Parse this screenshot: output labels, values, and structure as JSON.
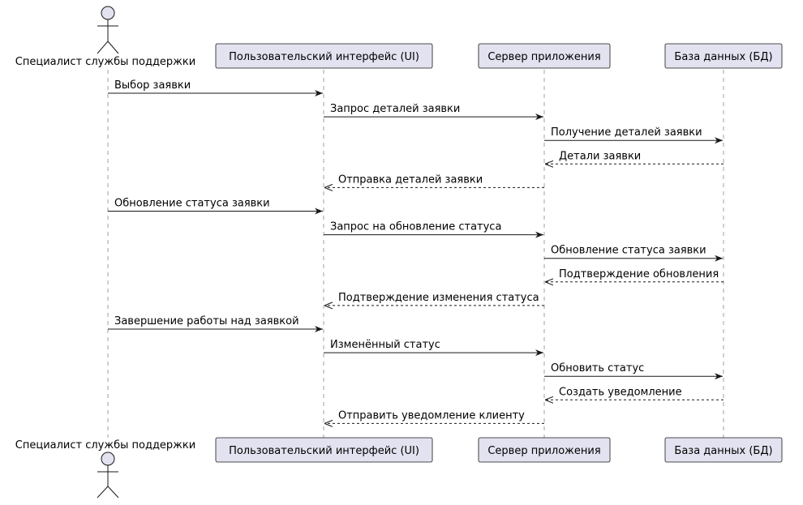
{
  "participants": [
    {
      "id": "support",
      "label": "Специалист службы поддержки",
      "kind": "actor"
    },
    {
      "id": "ui",
      "label": "Пользовательский интерфейс (UI)",
      "kind": "participant"
    },
    {
      "id": "server",
      "label": "Сервер приложения",
      "kind": "participant"
    },
    {
      "id": "db",
      "label": "База данных (БД)",
      "kind": "participant"
    }
  ],
  "messages": [
    {
      "from": "support",
      "to": "ui",
      "text": "Выбор заявки",
      "style": "solid"
    },
    {
      "from": "ui",
      "to": "server",
      "text": "Запрос деталей заявки",
      "style": "solid"
    },
    {
      "from": "server",
      "to": "db",
      "text": "Получение деталей заявки",
      "style": "solid"
    },
    {
      "from": "db",
      "to": "server",
      "text": "Детали заявки",
      "style": "dashed"
    },
    {
      "from": "server",
      "to": "ui",
      "text": "Отправка деталей заявки",
      "style": "dashed"
    },
    {
      "from": "support",
      "to": "ui",
      "text": "Обновление статуса заявки",
      "style": "solid"
    },
    {
      "from": "ui",
      "to": "server",
      "text": "Запрос на обновление статуса",
      "style": "solid"
    },
    {
      "from": "server",
      "to": "db",
      "text": "Обновление статуса заявки",
      "style": "solid"
    },
    {
      "from": "db",
      "to": "server",
      "text": "Подтверждение обновления",
      "style": "dashed"
    },
    {
      "from": "server",
      "to": "ui",
      "text": "Подтверждение изменения статуса",
      "style": "dashed"
    },
    {
      "from": "support",
      "to": "ui",
      "text": "Завершение работы над заявкой",
      "style": "solid"
    },
    {
      "from": "ui",
      "to": "server",
      "text": "Изменённый статус",
      "style": "solid"
    },
    {
      "from": "server",
      "to": "db",
      "text": "Обновить статус",
      "style": "solid"
    },
    {
      "from": "db",
      "to": "server",
      "text": "Создать уведомление",
      "style": "dashed"
    },
    {
      "from": "server",
      "to": "ui",
      "text": "Отправить уведомление клиенту",
      "style": "dashed"
    }
  ],
  "colors": {
    "participant_fill": "#E2E2F0",
    "border": "#181818",
    "lifeline": "#A0A0A0"
  }
}
